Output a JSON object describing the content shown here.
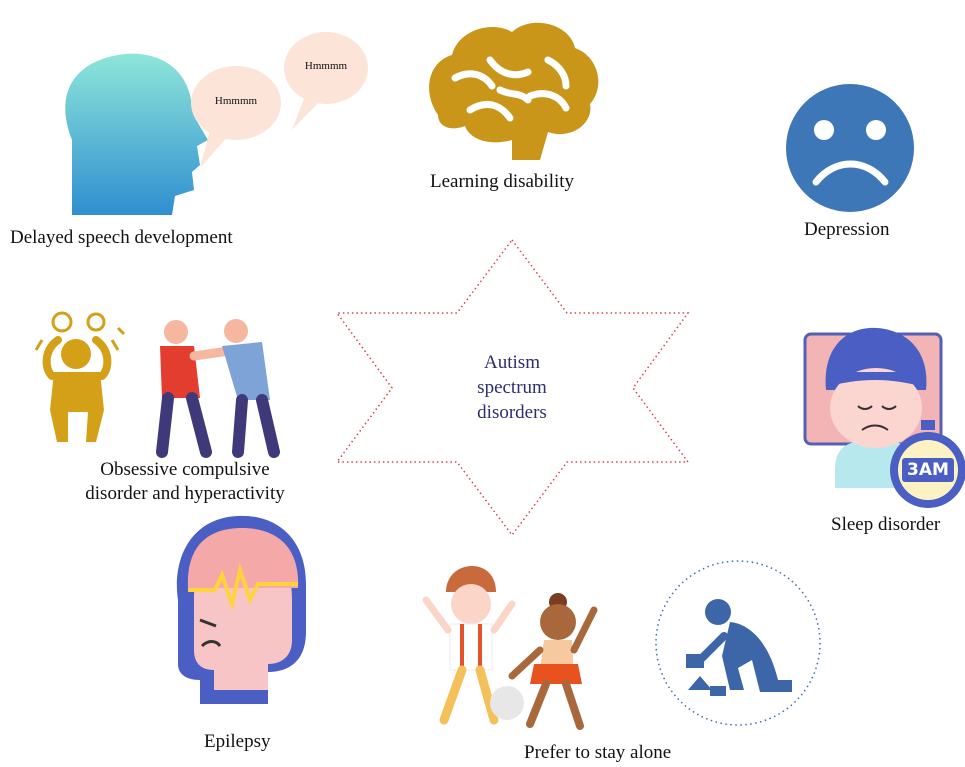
{
  "center": {
    "line1": "Autism",
    "line2": "spectrum",
    "line3": "disorders"
  },
  "items": {
    "speech": {
      "label": "Delayed speech development",
      "bubble1": "Hmmmm",
      "bubble2": "Hmmmm"
    },
    "learning": {
      "label": "Learning disability"
    },
    "depression": {
      "label": "Depression"
    },
    "ocd": {
      "label_line1": "Obsessive compulsive",
      "label_line2": "disorder and hyperactivity"
    },
    "sleep": {
      "label": "Sleep disorder",
      "clock": "3AM"
    },
    "epilepsy": {
      "label": "Epilepsy"
    },
    "alone": {
      "label": "Prefer to stay alone"
    }
  },
  "colors": {
    "star_border": "#d9434a",
    "brain": "#c9961a",
    "sad_face": "#3d77b8",
    "center_text": "#2b2f6b",
    "dotted_circle": "#3a6fb0"
  }
}
